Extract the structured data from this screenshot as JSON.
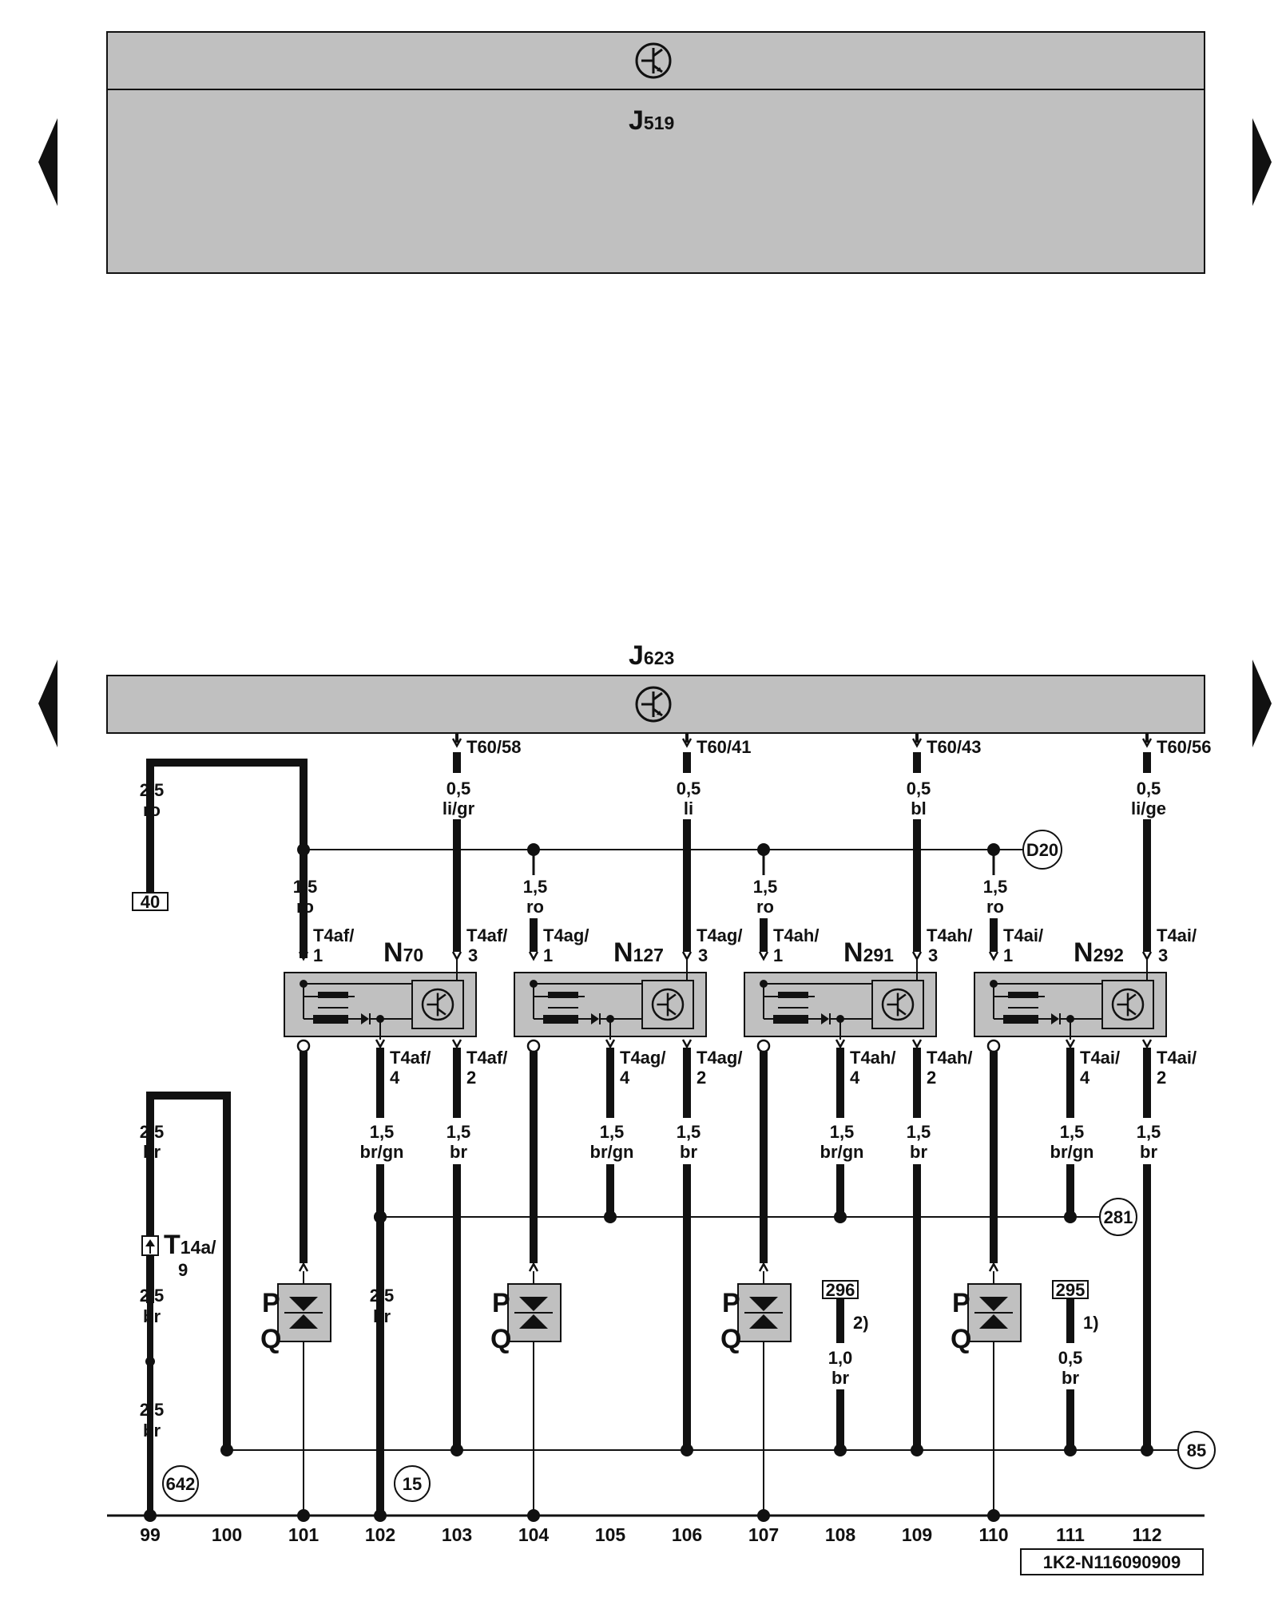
{
  "units": {
    "top": {
      "name": "J",
      "sub": "519"
    },
    "bottom": {
      "name": "J",
      "sub": "623"
    }
  },
  "ecu_pins": [
    "T60/58",
    "T60/41",
    "T60/43",
    "T60/56"
  ],
  "signal_wires": [
    {
      "gauge": "0,5",
      "color": "li/gr"
    },
    {
      "gauge": "0,5",
      "color": "li"
    },
    {
      "gauge": "0,5",
      "color": "bl"
    },
    {
      "gauge": "0,5",
      "color": "li/ge"
    }
  ],
  "supply_wire": {
    "gauge": "2,5",
    "color": "ro"
  },
  "feed_wire": {
    "gauge": "1,5",
    "color": "ro"
  },
  "box_40": "40",
  "d20": "D20",
  "ignition_coils": [
    {
      "name": "N",
      "sub": "70",
      "pin1": "T4af/",
      "n1": "1",
      "pin3": "T4af/",
      "n3": "3",
      "pin4": "T4af/",
      "n4": "4",
      "pin2": "T4af/",
      "n2": "2"
    },
    {
      "name": "N",
      "sub": "127",
      "pin1": "T4ag/",
      "n1": "1",
      "pin3": "T4ag/",
      "n3": "3",
      "pin4": "T4ag/",
      "n4": "4",
      "pin2": "T4ag/",
      "n2": "2"
    },
    {
      "name": "N",
      "sub": "291",
      "pin1": "T4ah/",
      "n1": "1",
      "pin3": "T4ah/",
      "n3": "3",
      "pin4": "T4ah/",
      "n4": "4",
      "pin2": "T4ah/",
      "n2": "2"
    },
    {
      "name": "N",
      "sub": "292",
      "pin1": "T4ai/",
      "n1": "1",
      "pin3": "T4ai/",
      "n3": "3",
      "pin4": "T4ai/",
      "n4": "4",
      "pin2": "T4ai/",
      "n2": "2"
    }
  ],
  "brgn_wire": {
    "gauge": "1,5",
    "color": "br/gn"
  },
  "br_wire": {
    "gauge": "1,5",
    "color": "br"
  },
  "c281": "281",
  "c85": "85",
  "c642": "642",
  "c15": "15",
  "left_wires": [
    {
      "gauge": "2,5",
      "color": "br"
    },
    {
      "gauge": "2,5",
      "color": "br"
    },
    {
      "gauge": "2,5",
      "color": "br"
    }
  ],
  "t14a": {
    "name": "T",
    "sub": "14a/",
    "num": "9"
  },
  "wire_102_lower": {
    "gauge": "2,5",
    "color": "br"
  },
  "spark_plug_labels": [
    "P",
    "Q"
  ],
  "box_296": "296",
  "box_295": "295",
  "note_2": "2)",
  "note_1": "1)",
  "wire_108": {
    "gauge": "1,0",
    "color": "br"
  },
  "wire_111": {
    "gauge": "0,5",
    "color": "br"
  },
  "columns": [
    "99",
    "100",
    "101",
    "102",
    "103",
    "104",
    "105",
    "106",
    "107",
    "108",
    "109",
    "110",
    "111",
    "112"
  ],
  "drawing_code": "1K2-N116090909",
  "colors": {
    "panel": "#c0c0c0",
    "line": "#111111",
    "bg": "#ffffff"
  }
}
